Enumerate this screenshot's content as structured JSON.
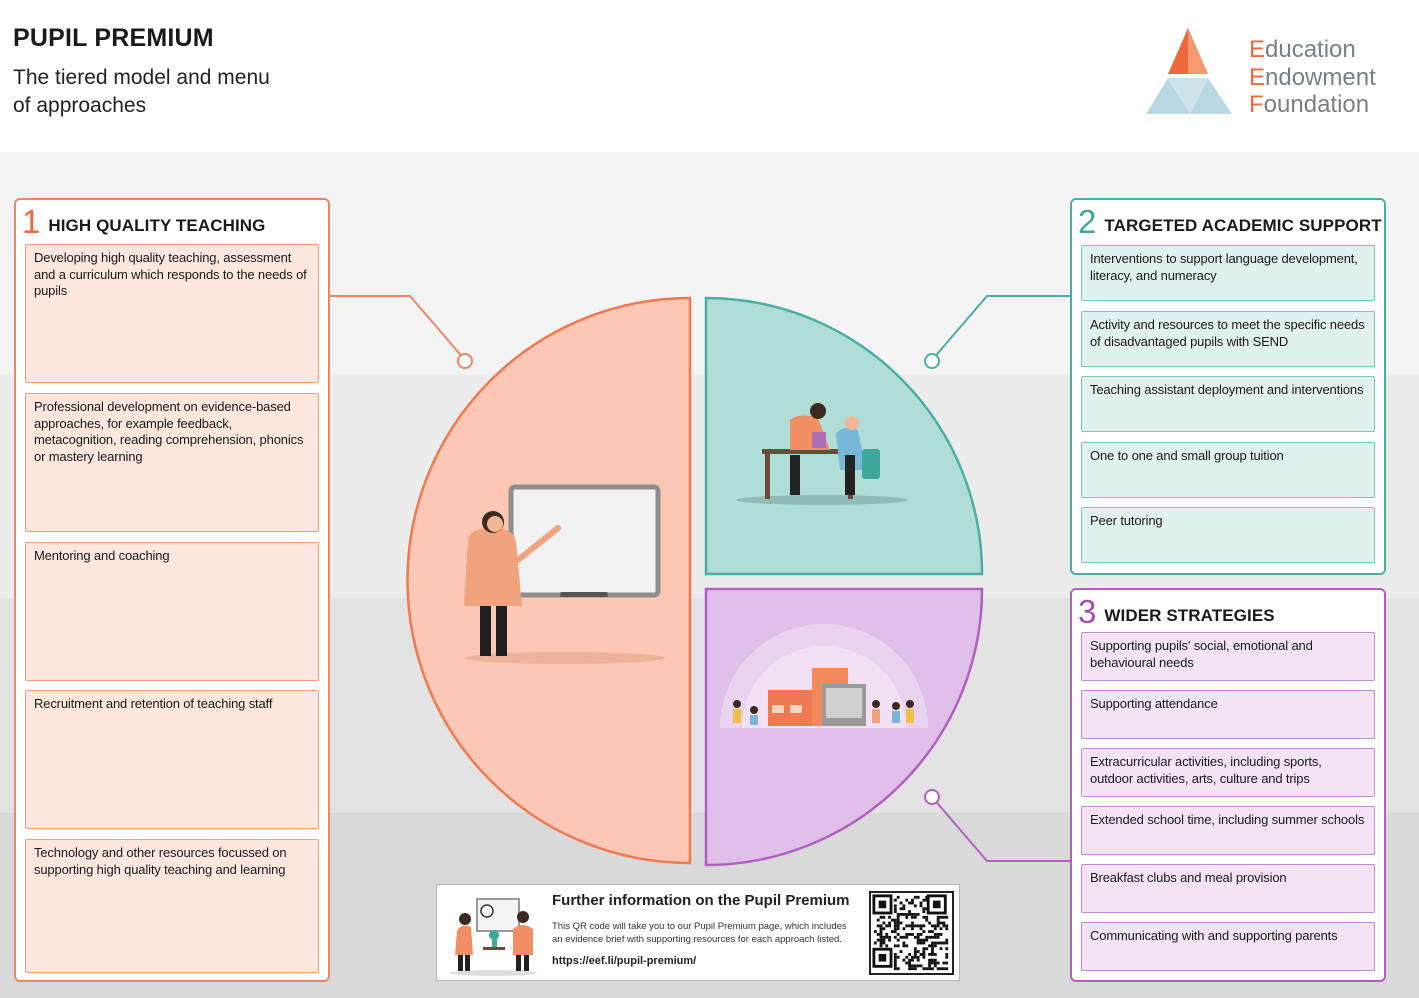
{
  "header": {
    "title": "PUPIL PREMIUM",
    "subtitle": "The tiered model and menu of approaches"
  },
  "logo": {
    "line1_initial": "E",
    "line1_rest": "ducation",
    "line2_initial": "E",
    "line2_rest": "ndowment",
    "line3_initial": "F",
    "line3_rest": "oundation"
  },
  "tiers": [
    {
      "number": "1",
      "title": "HIGH QUALITY TEACHING",
      "color": "#ee6a3c",
      "items": [
        "Developing high quality teaching, assessment and a curriculum which responds to the needs of pupils",
        "Professional development on evidence-based approaches, for example feedback, metacognition, reading comprehension, phonics or mastery learning",
        "Mentoring and coaching",
        "Recruitment and retention of teaching staff",
        "Technology and other resources focussed on supporting high quality teaching and learning"
      ]
    },
    {
      "number": "2",
      "title": "TARGETED ACADEMIC SUPPORT",
      "color": "#3fa79c",
      "items": [
        "Interventions to support language development, literacy, and numeracy",
        "Activity and resources to meet the specific needs of disadvantaged pupils with SEND",
        "Teaching assistant deployment and interventions",
        "One to one and small group tuition",
        "Peer tutoring"
      ]
    },
    {
      "number": "3",
      "title": "WIDER STRATEGIES",
      "color": "#a04fb0",
      "items": [
        "Supporting pupils' social, emotional and behavioural needs",
        "Supporting attendance",
        "Extracurricular activities, including sports, outdoor activities, arts, culture and trips",
        "Extended school time, including summer schools",
        "Breakfast clubs and meal provision",
        "Communicating with and supporting parents"
      ]
    }
  ],
  "info": {
    "title": "Further information on the Pupil Premium",
    "description": "This QR code will take you to our Pupil Premium page, which includes an evidence brief with supporting resources for each approach listed.",
    "url": "https://eef.li/pupil-premium/"
  },
  "icons": {
    "teacher": "teacher-at-whiteboard-icon",
    "tutoring": "one-to-one-tutoring-icon",
    "school": "school-community-icon",
    "qr": "qr-code-icon"
  }
}
